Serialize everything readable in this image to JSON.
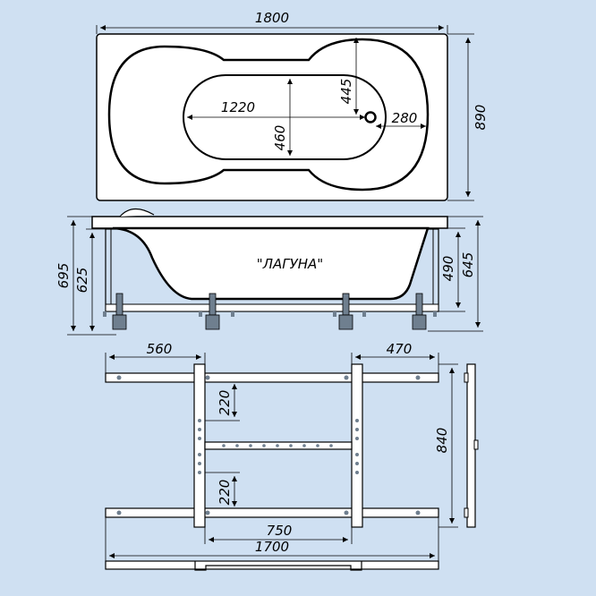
{
  "colors": {
    "background": "#cfe0f2",
    "fill": "#ffffff",
    "line": "#000000",
    "leg": "#6f7f8f"
  },
  "model_name": "\"ЛАГУНА\"",
  "top_view": {
    "length": "1800",
    "width": "890",
    "bottom_length": "1220",
    "bottom_width": "460",
    "drain_offset_y": "445",
    "drain_offset_x": "280"
  },
  "side_view": {
    "total_height": "695",
    "rim_height": "625",
    "bowl_depth": "490",
    "height_right": "645"
  },
  "frame_view": {
    "left_offset": "560",
    "right_offset": "470",
    "spacing_top": "220",
    "spacing_bottom": "220",
    "inner_width": "750",
    "frame_depth": "840",
    "frame_length": "1700"
  }
}
